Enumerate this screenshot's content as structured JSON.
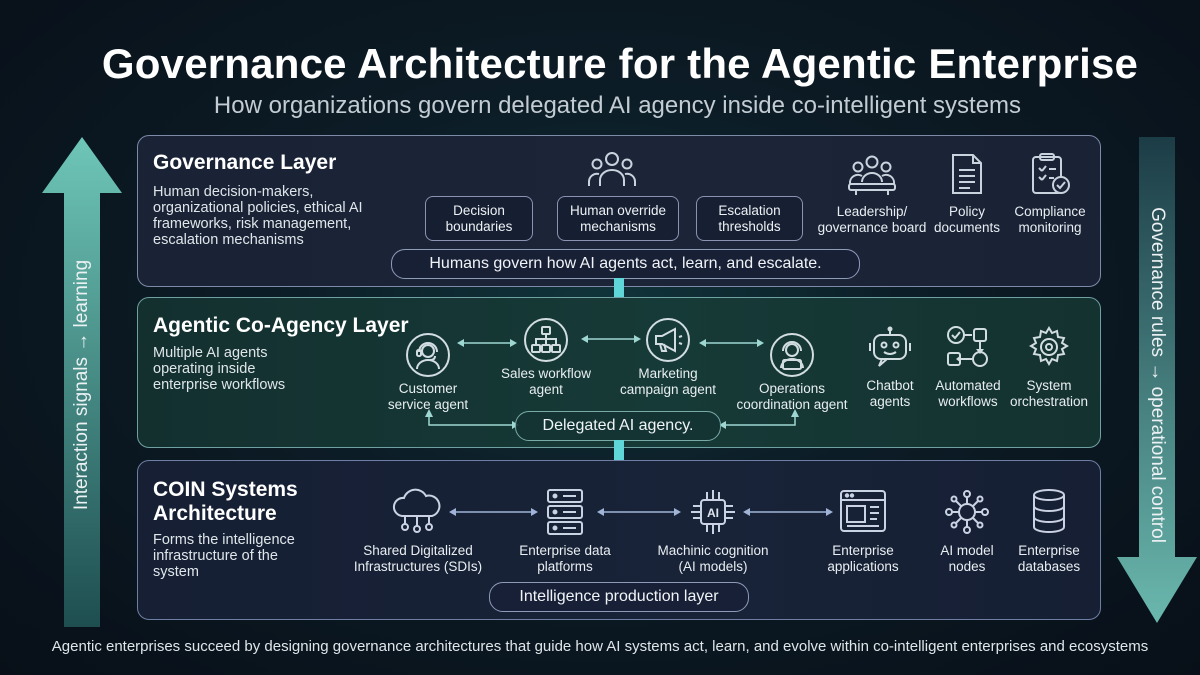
{
  "title": "Governance Architecture for the Agentic Enterprise",
  "subtitle": "How organizations govern delegated AI agency inside co-intelligent systems",
  "left_arrow_label": "Interaction signals → learning",
  "right_arrow_label": "Governance rules → operational control",
  "footer": "Agentic enterprises succeed by designing governance architectures that guide how AI systems act, learn, and evolve within co-intelligent enterprises and ecosystems",
  "governance": {
    "title": "Governance Layer",
    "desc": [
      "Human decision-makers,",
      "organizational policies, ethical AI",
      "frameworks, risk management,",
      "escalation mechanisms"
    ],
    "boxes": [
      [
        "Decision",
        "boundaries"
      ],
      [
        "Human override",
        "mechanisms"
      ],
      [
        "Escalation",
        "thresholds"
      ]
    ],
    "icons": [
      {
        "icon": "leadership-icon",
        "label": [
          "Leadership/",
          "governance board"
        ]
      },
      {
        "icon": "policy-document-icon",
        "label": [
          "Policy",
          "documents"
        ]
      },
      {
        "icon": "compliance-clipboard-icon",
        "label": [
          "Compliance",
          "monitoring"
        ]
      }
    ],
    "banner": "Humans govern how AI agents act, learn, and escalate."
  },
  "coagency": {
    "title": "Agentic Co-Agency Layer",
    "desc": [
      "Multiple AI agents",
      "operating inside",
      "enterprise workflows"
    ],
    "agents": [
      {
        "icon": "headset-agent-icon",
        "label": [
          "Customer",
          "service agent"
        ]
      },
      {
        "icon": "workflow-icon",
        "label": [
          "Sales workflow",
          "agent"
        ]
      },
      {
        "icon": "megaphone-icon",
        "label": [
          "Marketing",
          "campaign agent"
        ]
      },
      {
        "icon": "operations-agent-icon",
        "label": [
          "Operations",
          "coordination agent"
        ]
      }
    ],
    "icons": [
      {
        "icon": "chatbot-icon",
        "label": [
          "Chatbot",
          "agents"
        ]
      },
      {
        "icon": "automated-workflow-icon",
        "label": [
          "Automated",
          "workflows"
        ]
      },
      {
        "icon": "gear-icon",
        "label": [
          "System",
          "orchestration"
        ]
      }
    ],
    "banner": "Delegated AI agency."
  },
  "coin": {
    "title": [
      "COIN Systems",
      "Architecture"
    ],
    "desc": [
      "Forms the intelligence",
      "infrastructure of the",
      "system"
    ],
    "nodes": [
      {
        "icon": "cloud-network-icon",
        "label": [
          "Shared Digitalized",
          "Infrastructures (SDIs)"
        ]
      },
      {
        "icon": "server-stack-icon",
        "label": [
          "Enterprise data",
          "platforms"
        ]
      },
      {
        "icon": "ai-chip-icon",
        "label": [
          "Machinic cognition",
          "(AI models)"
        ],
        "chip_text": "AI"
      },
      {
        "icon": "application-window-icon",
        "label": [
          "Enterprise",
          "applications"
        ]
      }
    ],
    "icons": [
      {
        "icon": "ai-node-icon",
        "label": [
          "AI model",
          "nodes"
        ]
      },
      {
        "icon": "database-icon",
        "label": [
          "Enterprise",
          "databases"
        ]
      }
    ],
    "banner": "Intelligence production layer"
  }
}
